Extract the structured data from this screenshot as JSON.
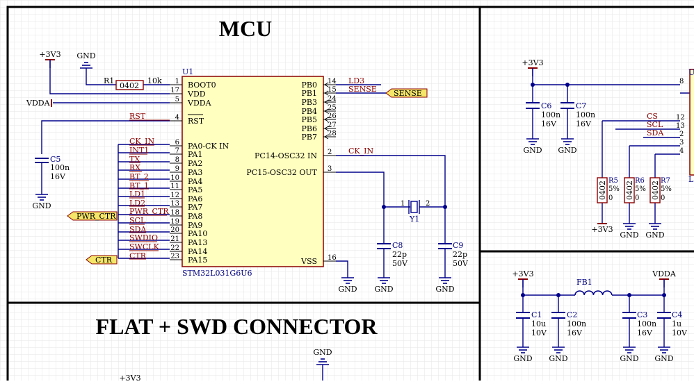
{
  "titles": {
    "mcu": "MCU",
    "flat": "FLAT + SWD CONNECTOR"
  },
  "colors": {
    "wire": "#00008b",
    "pin": "#000000",
    "chip_fill": "#ffffc0",
    "chip_border": "#8b0000",
    "ref": "#000080",
    "net": "#8b0000",
    "port_fill": "#f5e66a",
    "grid": "#e6e6e6"
  },
  "mcu": {
    "ref": "U1",
    "part": "STM32L031G6U6",
    "left_pins": [
      {
        "num": "1",
        "name": "BOOT0"
      },
      {
        "num": "17",
        "name": "VDD"
      },
      {
        "num": "5",
        "name": "VDDA"
      },
      {
        "num": "4",
        "name": "RST"
      },
      {
        "num": "6",
        "name": "PA0-CK IN"
      },
      {
        "num": "7",
        "name": "PA1"
      },
      {
        "num": "8",
        "name": "PA2"
      },
      {
        "num": "9",
        "name": "PA3"
      },
      {
        "num": "10",
        "name": "PA4"
      },
      {
        "num": "11",
        "name": "PA5"
      },
      {
        "num": "12",
        "name": "PA6"
      },
      {
        "num": "13",
        "name": "PA7"
      },
      {
        "num": "18",
        "name": "PA8"
      },
      {
        "num": "19",
        "name": "PA9"
      },
      {
        "num": "20",
        "name": "PA10"
      },
      {
        "num": "21",
        "name": "PA13"
      },
      {
        "num": "22",
        "name": "PA14"
      },
      {
        "num": "23",
        "name": "PA15"
      }
    ],
    "right_pins": [
      {
        "num": "14",
        "name": "PB0"
      },
      {
        "num": "15",
        "name": "PB1"
      },
      {
        "num": "24",
        "name": "PB3"
      },
      {
        "num": "25",
        "name": "PB4"
      },
      {
        "num": "26",
        "name": "PB5"
      },
      {
        "num": "27",
        "name": "PB6"
      },
      {
        "num": "28",
        "name": "PB7"
      },
      {
        "num": "2",
        "name": "PC14-OSC32 IN"
      },
      {
        "num": "3",
        "name": "PC15-OSC32 OUT"
      },
      {
        "num": "16",
        "name": "VSS"
      }
    ],
    "net_labels_left": [
      "RST",
      "CK_IN",
      "INT1",
      "TX",
      "RX",
      "BT_2",
      "BT_1",
      "LD1",
      "LD2",
      "PWR_CTR",
      "SCL",
      "SDA",
      "SWDIO",
      "SWCLK",
      "CTR"
    ],
    "net_labels_right": [
      "LD3",
      "SENSE",
      "CK_IN"
    ]
  },
  "ports": {
    "sense": "SENSE",
    "pwr_ctr": "PWR_CTR",
    "ctr": "CTR"
  },
  "power": {
    "v3v3": "+3V3",
    "gnd": "GND",
    "vdda": "VDDA"
  },
  "components": {
    "r1": {
      "ref": "R1",
      "package": "0402",
      "value": "10k"
    },
    "c5": {
      "ref": "C5",
      "value": "100n",
      "voltage": "16V"
    },
    "y1": {
      "ref": "Y1",
      "pin1": "1",
      "pin2": "2"
    },
    "c8": {
      "ref": "C8",
      "value": "22p",
      "voltage": "50V"
    },
    "c9": {
      "ref": "C9",
      "value": "22p",
      "voltage": "50V"
    },
    "c6": {
      "ref": "C6",
      "value": "100n",
      "voltage": "16V"
    },
    "c7": {
      "ref": "C7",
      "value": "100n",
      "voltage": "16V"
    },
    "r5": {
      "ref": "R5",
      "package": "0402",
      "tol": "5%",
      "value": "0"
    },
    "r6": {
      "ref": "R6",
      "package": "0402",
      "tol": "5%",
      "value": "0"
    },
    "r7": {
      "ref": "R7",
      "package": "0402",
      "tol": "5%",
      "value": "0"
    },
    "fb1": {
      "ref": "FB1"
    },
    "c1": {
      "ref": "C1",
      "value": "10u",
      "voltage": "10V"
    },
    "c2": {
      "ref": "C2",
      "value": "100n",
      "voltage": "16V"
    },
    "c3": {
      "ref": "C3",
      "value": "100n",
      "voltage": "16V"
    },
    "c4": {
      "ref": "C4",
      "value": "1u",
      "voltage": "10V"
    }
  },
  "right_sheet": {
    "chip_ref_partial": "U",
    "chip_bottom_partial": "L",
    "pins": [
      "8",
      "12",
      "13",
      "2",
      "3",
      "4"
    ],
    "nets": [
      "CS",
      "SCL",
      "SDA"
    ]
  }
}
